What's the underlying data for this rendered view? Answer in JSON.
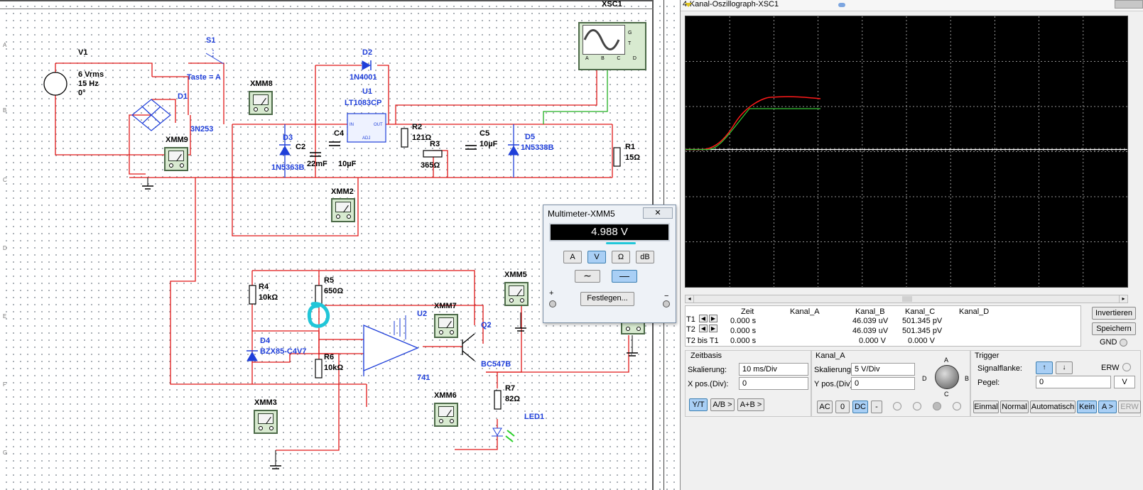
{
  "schematic": {
    "grid_labels_left": [
      "A",
      "B",
      "C",
      "D",
      "E",
      "F",
      "G"
    ],
    "v1": {
      "name": "V1",
      "line1": "6 Vrms",
      "line2": "15 Hz",
      "line3": "0°"
    },
    "s1": {
      "name": "S1",
      "key": "Taste = A"
    },
    "d1": {
      "name": "D1",
      "part": "3N253"
    },
    "d2": {
      "name": "D2",
      "part": "1N4001"
    },
    "u1": {
      "name": "U1",
      "part": "LT1083CP",
      "pins": [
        "IN",
        "OUT",
        "ADJ"
      ]
    },
    "d3": {
      "name": "D3",
      "part": "1N5363B"
    },
    "c2": {
      "name": "C2",
      "value": "22mF"
    },
    "c4": {
      "name": "C4",
      "value": "10µF"
    },
    "r2": {
      "name": "R2",
      "value": "121Ω"
    },
    "r3": {
      "name": "R3",
      "value": "365Ω"
    },
    "c5": {
      "name": "C5",
      "value": "10µF"
    },
    "d5": {
      "name": "D5",
      "part": "1N5338B"
    },
    "r1": {
      "name": "R1",
      "value": "15Ω"
    },
    "r4": {
      "name": "R4",
      "value": "10kΩ"
    },
    "r5": {
      "name": "R5",
      "value": "650Ω"
    },
    "r6": {
      "name": "R6",
      "value": "10kΩ"
    },
    "d4": {
      "name": "D4",
      "part": "BZX85-C4V7"
    },
    "u2": {
      "name": "U2",
      "part": "741"
    },
    "q2": {
      "name": "Q2",
      "part": "BC547B"
    },
    "r7": {
      "name": "R7",
      "value": "82Ω"
    },
    "led1": {
      "name": "LED1"
    },
    "xsc1": {
      "name": "XSC1",
      "pins": [
        "A",
        "B",
        "C",
        "D"
      ],
      "side": [
        "G",
        "T"
      ]
    },
    "meters": {
      "xmm8": "XMM8",
      "xmm9": "XMM9",
      "xmm2": "XMM2",
      "xmm5": "XMM5",
      "xmm7": "XMM7",
      "xmm3": "XMM3",
      "xmm6": "XMM6"
    }
  },
  "multimeter": {
    "title": "Multimeter-XMM5",
    "close": "✕",
    "display": "4.988 V",
    "modes": [
      "A",
      "V",
      "Ω",
      "dB"
    ],
    "active_mode": "V",
    "ac_symbol": "∼",
    "dc_symbol": "—",
    "set_button": "Festlegen...",
    "plus": "+",
    "minus": "−"
  },
  "oscilloscope": {
    "title": "4-Kanal-Oszillograph-XSC1",
    "cursor_rows": {
      "headers": [
        "Zeit",
        "Kanal_A",
        "Kanal_B",
        "Kanal_C",
        "Kanal_D"
      ],
      "t1": {
        "label": "T1",
        "zeit": "0.000 s",
        "a": "",
        "b": "46.039 uV",
        "c": "501.345 pV",
        "d": ""
      },
      "t2": {
        "label": "T2",
        "zeit": "0.000 s",
        "a": "",
        "b": "46.039 uV",
        "c": "501.345 pV",
        "d": ""
      },
      "t2t1": {
        "label": "T2 bis T1",
        "zeit": "0.000 s",
        "a": "",
        "b": "0.000 V",
        "c": "0.000 V",
        "d": ""
      }
    },
    "right_buttons": {
      "invert": "Invertieren",
      "save": "Speichern",
      "gnd": "GND"
    },
    "zeitbasis": {
      "title": "Zeitbasis",
      "scale_label": "Skalierung:",
      "scale": "10 ms/Div",
      "xpos_label": "X pos.(Div):",
      "xpos": "0",
      "buttons": [
        "Y/T",
        "A/B >",
        "A+B >"
      ]
    },
    "kanal": {
      "title": "Kanal_A",
      "scale_label": "Skalierung:",
      "scale": "5  V/Div",
      "ypos_label": "Y pos.(Div):",
      "ypos": "0",
      "buttons": [
        "AC",
        "0",
        "DC",
        "-"
      ],
      "knob": [
        "A",
        "B",
        "C",
        "D"
      ]
    },
    "trigger": {
      "title": "Trigger",
      "flank_label": "Signalflanke:",
      "erw": "ERW",
      "level_label": "Pegel:",
      "level": "0",
      "unit": "V",
      "buttons": [
        "Einmal",
        "Normal",
        "Automatisch",
        "Kein",
        "A >",
        "ERW"
      ]
    },
    "traces": {
      "red": "#ff1a1a",
      "green": "#37c837",
      "axis": "#ffffff"
    }
  }
}
